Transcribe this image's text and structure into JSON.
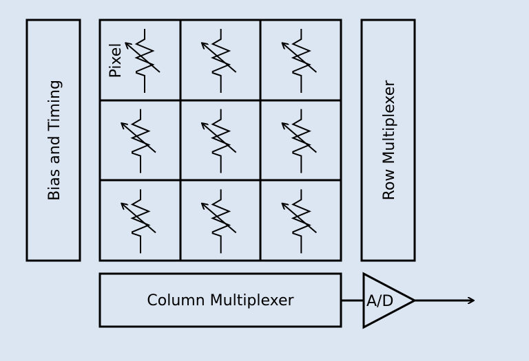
{
  "labels": {
    "bias_timing": "Bias and Timing",
    "row_mux": "Row Multiplexer",
    "column_mux": "Column Multiplexer",
    "adc": "A/D",
    "pixel": "Pixel"
  },
  "pixel_array": {
    "rows": 3,
    "cols": 3
  },
  "colors": {
    "background": "#dce6f2",
    "stroke": "#000000"
  }
}
